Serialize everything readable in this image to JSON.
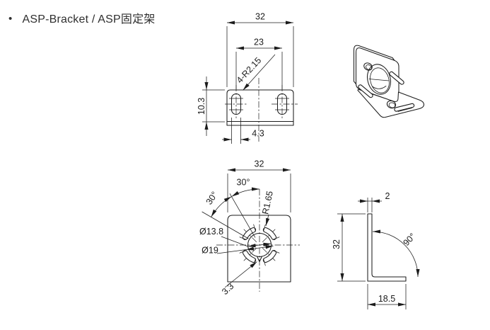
{
  "page": {
    "background": "#ffffff",
    "line_color": "#1c1c1c"
  },
  "title": {
    "bullet": "•",
    "text": "ASP-Bracket / ASP固定架"
  },
  "top_view": {
    "dim_width": "32",
    "dim_hole_spacing": "23",
    "dim_slot_radius": "4-R2.15",
    "dim_height": "10.3",
    "dim_slot_width": "4.3"
  },
  "front_view": {
    "dim_width": "32",
    "dim_angle_top": "30°",
    "dim_angle_left": "30°",
    "dim_slot_end_radius": "R1.65",
    "dim_inner_diameter": "Ø13.8",
    "dim_outer_diameter": "Ø19",
    "dim_notch": "3.3"
  },
  "side_view": {
    "dim_thickness": "2",
    "dim_height": "32",
    "dim_angle": "90°",
    "dim_depth": "18.5"
  }
}
